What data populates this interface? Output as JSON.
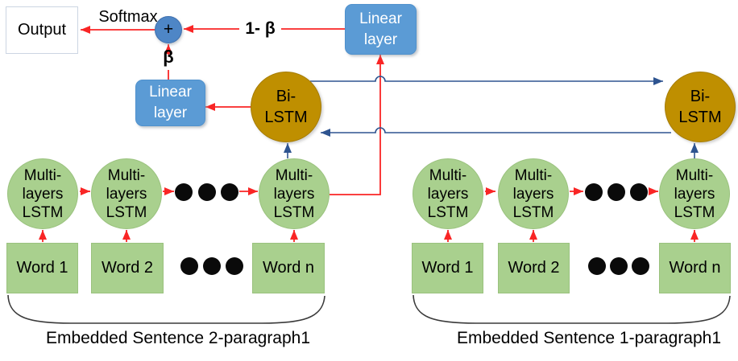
{
  "top": {
    "output": "Output",
    "softmax": "Softmax",
    "plus": "+",
    "one_minus_beta": "1- β",
    "beta": "β",
    "linear_layer_top": "Linear layer",
    "linear_layer_left": "Linear layer"
  },
  "bilstm": {
    "lines": [
      "Bi-",
      "LSTM"
    ]
  },
  "multi_lstm": {
    "lines": [
      "Multi-",
      "layers",
      "LSTM"
    ]
  },
  "groups": [
    {
      "sentence_label": "Embedded Sentence 2-paragraph1",
      "words": [
        "Word 1",
        "Word 2",
        "Word n"
      ]
    },
    {
      "sentence_label": "Embedded Sentence 1-paragraph1",
      "words": [
        "Word 1",
        "Word 2",
        "Word n"
      ]
    }
  ],
  "colors": {
    "node_green": "#a9d08e",
    "node_blue": "#5b9bd5",
    "node_gold": "#bf8f00",
    "arrow_red": "#f92525",
    "arrow_navy": "#2e5490"
  }
}
